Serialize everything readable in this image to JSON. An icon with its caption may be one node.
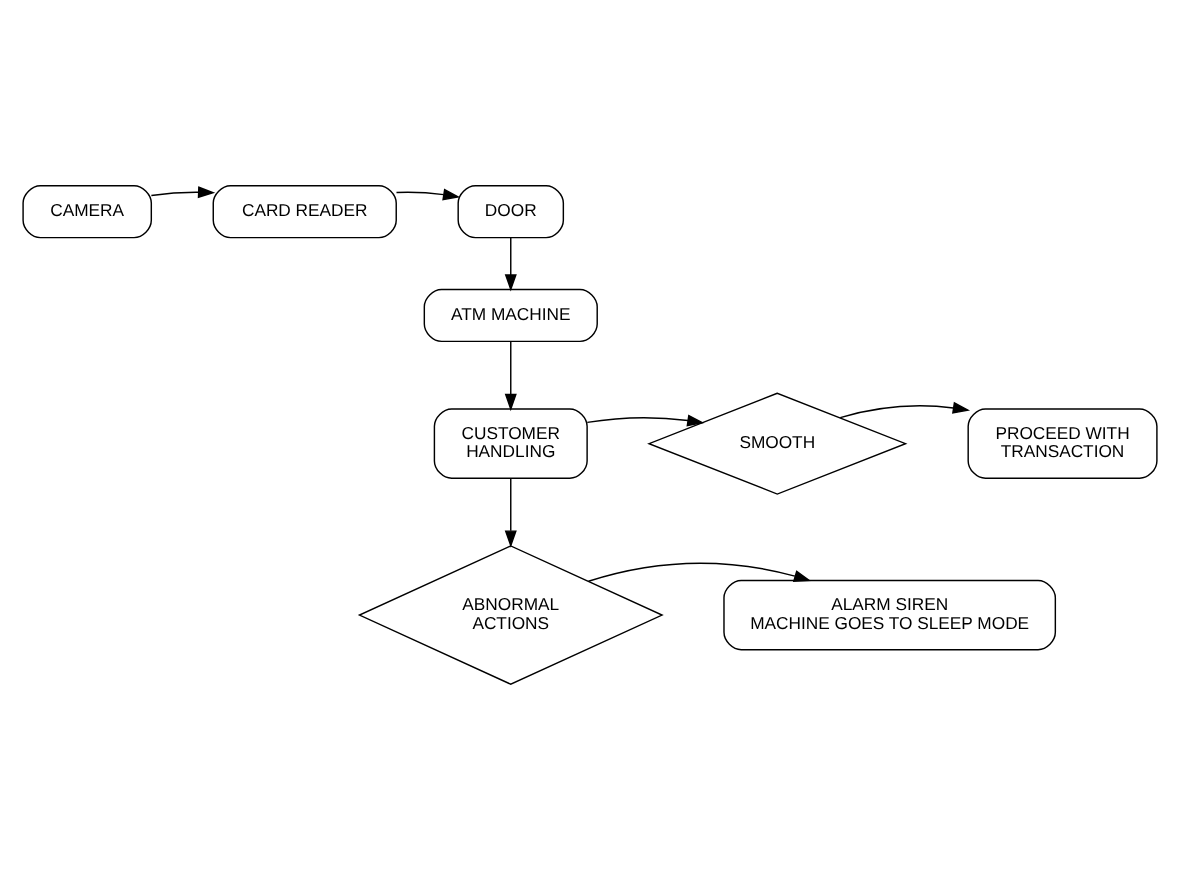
{
  "diagram": {
    "nodes": [
      {
        "text": [
          "CAMERA"
        ]
      },
      {
        "text": [
          "CARD READER"
        ]
      },
      {
        "text": [
          "DOOR"
        ]
      },
      {
        "text": [
          "ATM MACHINE"
        ]
      },
      {
        "text": [
          "CUSTOMER HANDLING"
        ]
      },
      {
        "text": [
          "SMOOTH"
        ]
      },
      {
        "text": [
          "PROCEED WITH TRANSACTION"
        ]
      },
      {
        "text": [
          "ABNORMAL ACTIONS"
        ]
      },
      {
        "text": [
          "ALARM SIREN",
          "MACHINE GOES TO SLEEP MODE"
        ]
      }
    ],
    "edges": [
      {
        "from": 0,
        "to": 1,
        "arrow": "to"
      },
      {
        "from": 1,
        "to": 2,
        "arrow": "to"
      },
      {
        "from": 2,
        "to": 3,
        "arrow": "to"
      },
      {
        "from": 3,
        "to": 4,
        "arrow": "to"
      },
      {
        "from": 4,
        "to": 5,
        "arrow": "to"
      },
      {
        "from": 5,
        "to": 6,
        "arrow": "to"
      },
      {
        "from": 4,
        "to": 7,
        "arrow": "to"
      },
      {
        "from": 7,
        "to": 8,
        "arrow": "to"
      }
    ]
  }
}
